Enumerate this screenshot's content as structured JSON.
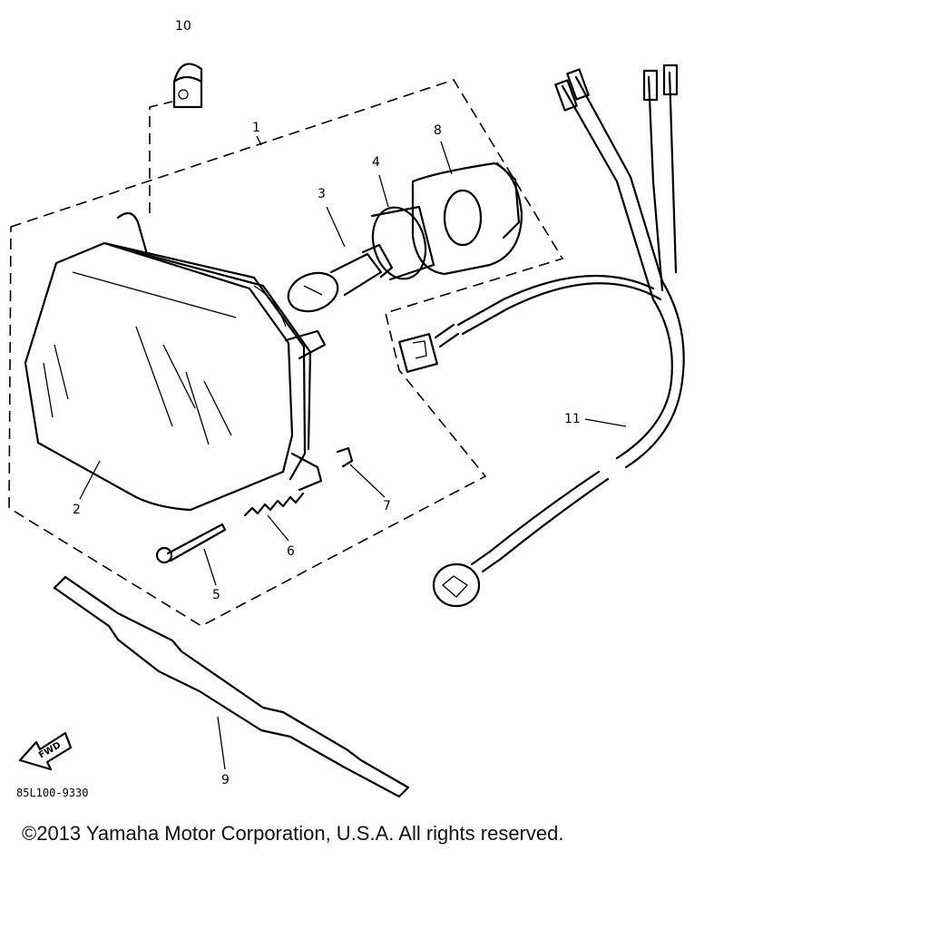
{
  "diagram": {
    "callouts": {
      "c1": "1",
      "c2": "2",
      "c3": "3",
      "c4": "4",
      "c5": "5",
      "c6": "6",
      "c7": "7",
      "c8": "8",
      "c9": "9",
      "c10": "10",
      "c11": "11"
    },
    "part_code": "85L100-9330",
    "fwd_label": "FWD"
  },
  "footer": {
    "copyright": "©2013 Yamaha Motor Corporation, U.S.A. All rights reserved."
  }
}
